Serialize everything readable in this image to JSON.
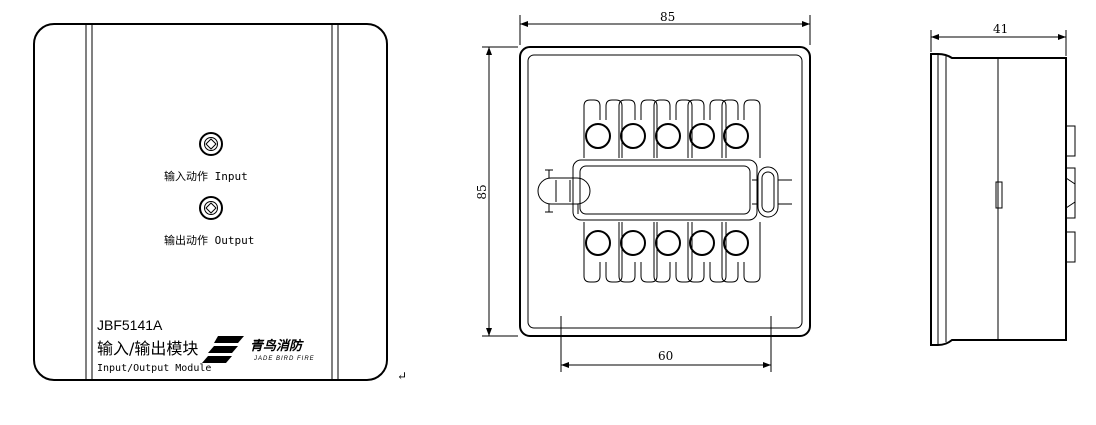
{
  "front_view": {
    "input_label": "输入动作 Input",
    "output_label": "输出动作 Output",
    "model": "JBF5141A",
    "name_cn": "输入/输出模块",
    "name_en": "Input/Output Module",
    "brand_cn": "青鸟消防",
    "brand_en": "JADE BIRD FIRE"
  },
  "dimensions": {
    "back_width": "85",
    "back_height": "85",
    "terminal_spacing": "60",
    "side_depth": "41"
  },
  "paragraph_mark": "↵"
}
